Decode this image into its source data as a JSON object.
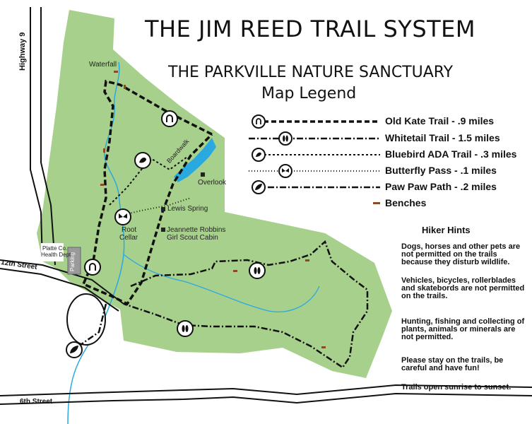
{
  "title": "THE JIM REED TRAIL SYSTEM",
  "subtitle": "THE PARKVILLE NATURE SANCTUARY",
  "legend_heading": "Map Legend",
  "legend": [
    {
      "label": "Old Kate Trail - .9 miles",
      "icon": "horseshoe-icon"
    },
    {
      "label": "Whitetail Trail - 1.5 miles",
      "icon": "deer-track-icon"
    },
    {
      "label": "Bluebird ADA Trail - .3 miles",
      "icon": "bird-icon"
    },
    {
      "label": "Butterfly Pass - .1 miles",
      "icon": "butterfly-icon"
    },
    {
      "label": "Paw Paw Path - .2 miles",
      "icon": "leaf-icon"
    },
    {
      "label": "Benches",
      "icon": "bench-marker"
    }
  ],
  "hiker_hints": {
    "title": "Hiker Hints",
    "items": [
      "Dogs, horses and other pets are not permitted on the trails because they disturb wildlife.",
      "Vehicles, bicycles, rollerblades and skatebords are not permitted on the trails.",
      "Hunting, fishing and collecting of plants, animals or minerals are not permitted.",
      "Please stay on the trails, be careful and have fun!",
      "Trails open sunrise to sunset."
    ]
  },
  "map_labels": {
    "waterfall": "Waterfall",
    "boardwalk": "Boardwalk",
    "overlook": "Overlook",
    "lewis_spring": "Lewis Spring",
    "root_cellar_1": "Root",
    "root_cellar_2": "Cellar",
    "cabin_1": "Jeannette Robbins",
    "cabin_2": "Girl Scout Cabin",
    "health_dept_1": "Platte Co.",
    "health_dept_2": "Health Dept.",
    "parking": "Parking"
  },
  "streets": {
    "highway": "Highway 9",
    "twelfth": "12th Street",
    "sixth": "6th Street"
  },
  "colors": {
    "park_green": "#a8d08d",
    "water": "#2aa9e0",
    "trail": "#111111",
    "bench": "#8b4a1f"
  }
}
